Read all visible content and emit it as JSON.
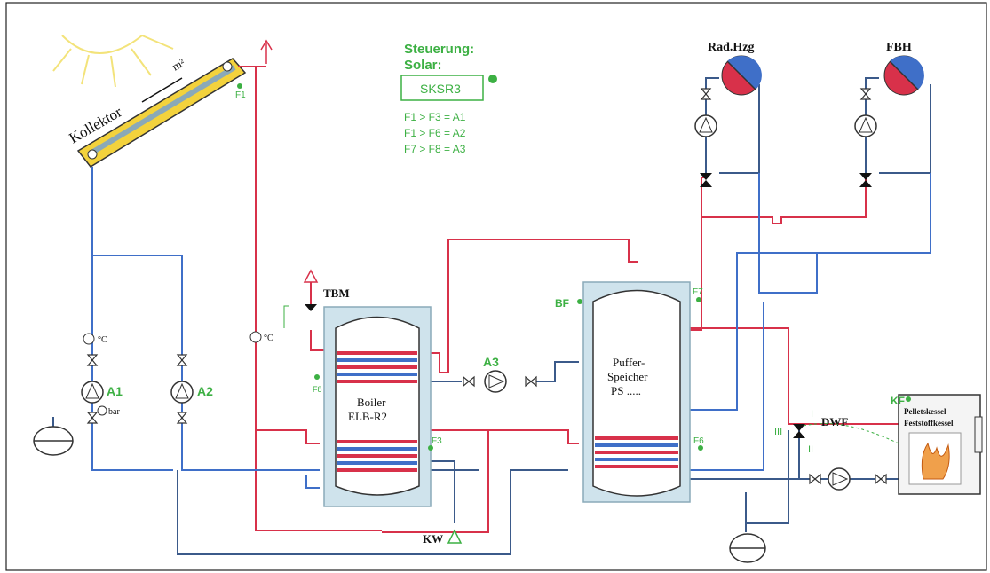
{
  "colors": {
    "hot": "#d8314a",
    "cold": "#3f6fc8",
    "ret": "#3b5a8a",
    "green": "#3cb043",
    "tank_fill": "#cfe3ec",
    "collector": "#f3d23c"
  },
  "labels": {
    "kollektor": "Kollektor",
    "m2": "m²",
    "f1": "F1",
    "steuerung": "Steuerung:",
    "solar": "Solar:",
    "controller": "SKSR3",
    "rule1": "F1 > F3 = A1",
    "rule2": "F1 > F6 = A2",
    "rule3": "F7 > F8 = A3",
    "rad_hzg": "Rad.Hzg",
    "fbh": "FBH",
    "tbm": "TBM",
    "boiler1": "Boiler",
    "boiler2": "ELB-R2",
    "f8": "F8",
    "f3": "F3",
    "kw": "KW",
    "a1": "A1",
    "a2": "A2",
    "a3": "A3",
    "deg_c": "°C",
    "deg_c2": "°C",
    "bar": "bar",
    "bf": "BF",
    "f7": "F7",
    "puffer1": "Puffer-",
    "puffer2": "Speicher",
    "puffer3": "PS .....",
    "f6": "F6",
    "kf": "KF",
    "dwf": "DWF",
    "iii": "III",
    "i": "I",
    "ii": "II",
    "kessel1": "Pelletskessel",
    "kessel2": "Feststoffkessel"
  }
}
